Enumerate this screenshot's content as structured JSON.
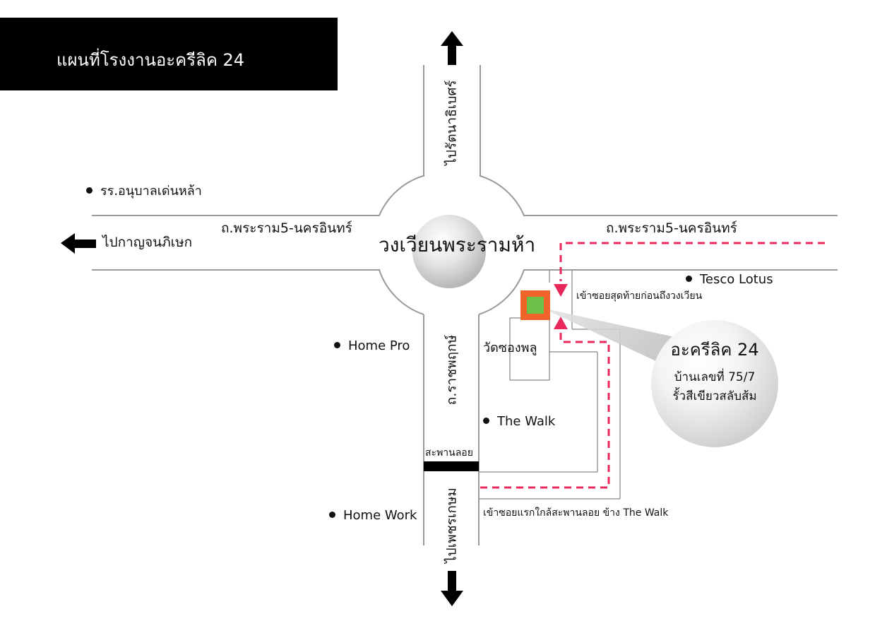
{
  "title": "แผนที่โรงงานอะครีลิค 24",
  "roundabout": "วงเวียนพระรามห้า",
  "roads": {
    "north": "ไปรัตนาธิเบศร์",
    "west_label": "ถ.พระราม5-นครอินทร์",
    "east_label": "ถ.พระราม5-นครอินทร์",
    "west_direction": "ไปกาญจนภิเษก",
    "south_upper": "ถ.ราชพฤกษ์",
    "south_lower": "ไปเพชรเกษม"
  },
  "bridge": "สะพานลอย",
  "places": {
    "school": "รร.อนุบาลเด่นหล้า",
    "tesco": "Tesco Lotus",
    "home_pro": "Home Pro",
    "the_walk": "The Walk",
    "home_work": "Home Work",
    "temple": "วัดซองพลู"
  },
  "directions": {
    "north_entry": "เข้าซอยสุดท้ายก่อนถึงวงเวียน",
    "south_entry": "เข้าซอยแรกใกล้สะพานลอย ข้าง The Walk"
  },
  "destination": {
    "name": "อะครีลิค 24",
    "address": "บ้านเลขที่ 75/7",
    "fence": "รั้วสีเขียวสลับส้ม"
  },
  "colors": {
    "route": "#e8285a",
    "marker_outer": "#f0642a",
    "marker_inner": "#6cc04a",
    "road_line": "#9a9a9a"
  },
  "icons": {
    "north": "arrow-up-icon",
    "south": "arrow-down-icon",
    "west": "arrow-left-icon",
    "poi": "dot-icon"
  }
}
